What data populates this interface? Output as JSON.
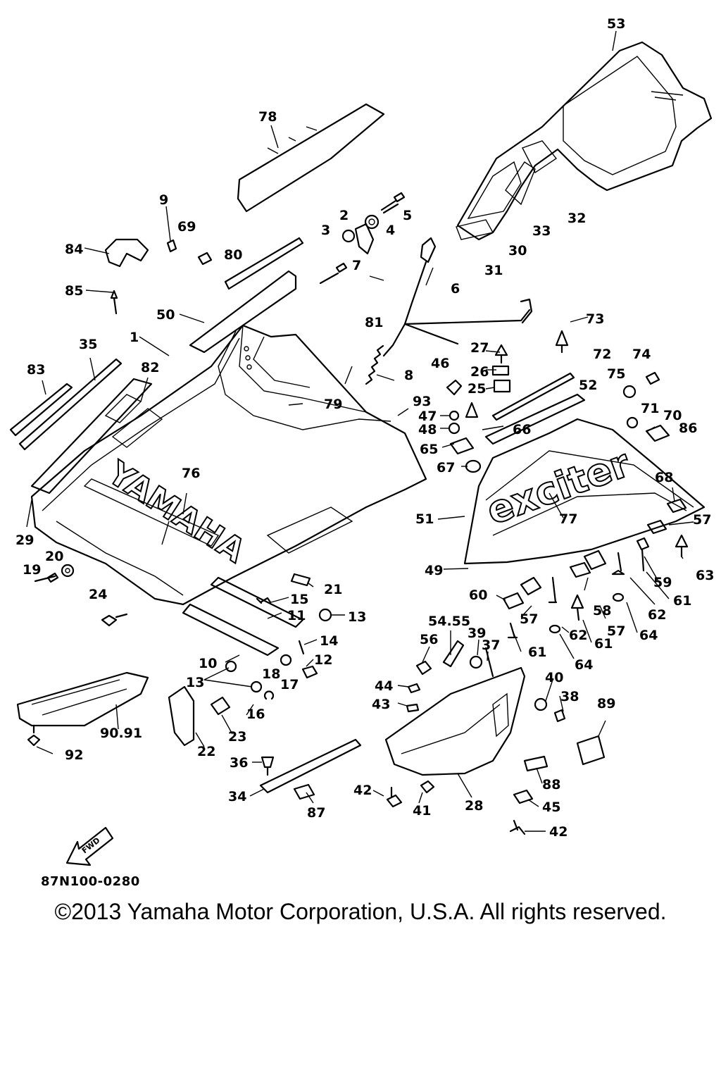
{
  "diagram": {
    "code": "87N100-0280",
    "copyright": "©2013 Yamaha Motor Corporation, U.S.A. All rights reserved.",
    "brand_hood": "YAMAHA",
    "brand_side": "exciter",
    "fwd_arrow": "FWD",
    "parts": [
      {
        "id": "p53",
        "label": "53"
      },
      {
        "id": "p78",
        "label": "78"
      },
      {
        "id": "p9",
        "label": "9"
      },
      {
        "id": "p69",
        "label": "69"
      },
      {
        "id": "p80",
        "label": "80"
      },
      {
        "id": "p2",
        "label": "2"
      },
      {
        "id": "p5",
        "label": "5"
      },
      {
        "id": "p3",
        "label": "3"
      },
      {
        "id": "p4",
        "label": "4"
      },
      {
        "id": "p32",
        "label": "32"
      },
      {
        "id": "p33",
        "label": "33"
      },
      {
        "id": "p30",
        "label": "30"
      },
      {
        "id": "p31",
        "label": "31"
      },
      {
        "id": "p84",
        "label": "84"
      },
      {
        "id": "p7",
        "label": "7"
      },
      {
        "id": "p6",
        "label": "6"
      },
      {
        "id": "p85",
        "label": "85"
      },
      {
        "id": "p50",
        "label": "50"
      },
      {
        "id": "p81",
        "label": "81"
      },
      {
        "id": "p73",
        "label": "73"
      },
      {
        "id": "p35",
        "label": "35"
      },
      {
        "id": "p1",
        "label": "1"
      },
      {
        "id": "p27",
        "label": "27"
      },
      {
        "id": "p72",
        "label": "72"
      },
      {
        "id": "p74",
        "label": "74"
      },
      {
        "id": "p83",
        "label": "83"
      },
      {
        "id": "p82",
        "label": "82"
      },
      {
        "id": "p8",
        "label": "8"
      },
      {
        "id": "p46",
        "label": "46"
      },
      {
        "id": "p26",
        "label": "26"
      },
      {
        "id": "p75",
        "label": "75"
      },
      {
        "id": "p52",
        "label": "52"
      },
      {
        "id": "p25",
        "label": "25"
      },
      {
        "id": "p79",
        "label": "79"
      },
      {
        "id": "p93",
        "label": "93"
      },
      {
        "id": "p71",
        "label": "71"
      },
      {
        "id": "p70",
        "label": "70"
      },
      {
        "id": "p47",
        "label": "47"
      },
      {
        "id": "p48",
        "label": "48"
      },
      {
        "id": "p66",
        "label": "66"
      },
      {
        "id": "p86",
        "label": "86"
      },
      {
        "id": "p65",
        "label": "65"
      },
      {
        "id": "p76",
        "label": "76"
      },
      {
        "id": "p67",
        "label": "67"
      },
      {
        "id": "p68",
        "label": "68"
      },
      {
        "id": "p29",
        "label": "29"
      },
      {
        "id": "p51",
        "label": "51"
      },
      {
        "id": "p77",
        "label": "77"
      },
      {
        "id": "p57a",
        "label": "57"
      },
      {
        "id": "p20",
        "label": "20"
      },
      {
        "id": "p19",
        "label": "19"
      },
      {
        "id": "p49",
        "label": "49"
      },
      {
        "id": "p63",
        "label": "63"
      },
      {
        "id": "p21",
        "label": "21"
      },
      {
        "id": "p59",
        "label": "59"
      },
      {
        "id": "p24",
        "label": "24"
      },
      {
        "id": "p15",
        "label": "15"
      },
      {
        "id": "p60",
        "label": "60"
      },
      {
        "id": "p61a",
        "label": "61"
      },
      {
        "id": "p11",
        "label": "11"
      },
      {
        "id": "p13a",
        "label": "13"
      },
      {
        "id": "p58",
        "label": "58"
      },
      {
        "id": "p62a",
        "label": "62"
      },
      {
        "id": "p57b",
        "label": "57"
      },
      {
        "id": "p54",
        "label": "54.55"
      },
      {
        "id": "p57c",
        "label": "57"
      },
      {
        "id": "p62b",
        "label": "62"
      },
      {
        "id": "p61b",
        "label": "61"
      },
      {
        "id": "p64a",
        "label": "64"
      },
      {
        "id": "p39",
        "label": "39"
      },
      {
        "id": "p56",
        "label": "56"
      },
      {
        "id": "p14",
        "label": "14"
      },
      {
        "id": "p37",
        "label": "37"
      },
      {
        "id": "p61c",
        "label": "61"
      },
      {
        "id": "p10",
        "label": "10"
      },
      {
        "id": "p18",
        "label": "18"
      },
      {
        "id": "p12",
        "label": "12"
      },
      {
        "id": "p64b",
        "label": "64"
      },
      {
        "id": "p13b",
        "label": "13"
      },
      {
        "id": "p17",
        "label": "17"
      },
      {
        "id": "p40",
        "label": "40"
      },
      {
        "id": "p44",
        "label": "44"
      },
      {
        "id": "p38",
        "label": "38"
      },
      {
        "id": "p89",
        "label": "89"
      },
      {
        "id": "p43",
        "label": "43"
      },
      {
        "id": "p16",
        "label": "16"
      },
      {
        "id": "p90",
        "label": "90.91"
      },
      {
        "id": "p23",
        "label": "23"
      },
      {
        "id": "p22",
        "label": "22"
      },
      {
        "id": "p92",
        "label": "92"
      },
      {
        "id": "p36",
        "label": "36"
      },
      {
        "id": "p88",
        "label": "88"
      },
      {
        "id": "p34",
        "label": "34"
      },
      {
        "id": "p42a",
        "label": "42"
      },
      {
        "id": "p41",
        "label": "41"
      },
      {
        "id": "p28",
        "label": "28"
      },
      {
        "id": "p45",
        "label": "45"
      },
      {
        "id": "p87",
        "label": "87"
      },
      {
        "id": "p42b",
        "label": "42"
      }
    ]
  }
}
